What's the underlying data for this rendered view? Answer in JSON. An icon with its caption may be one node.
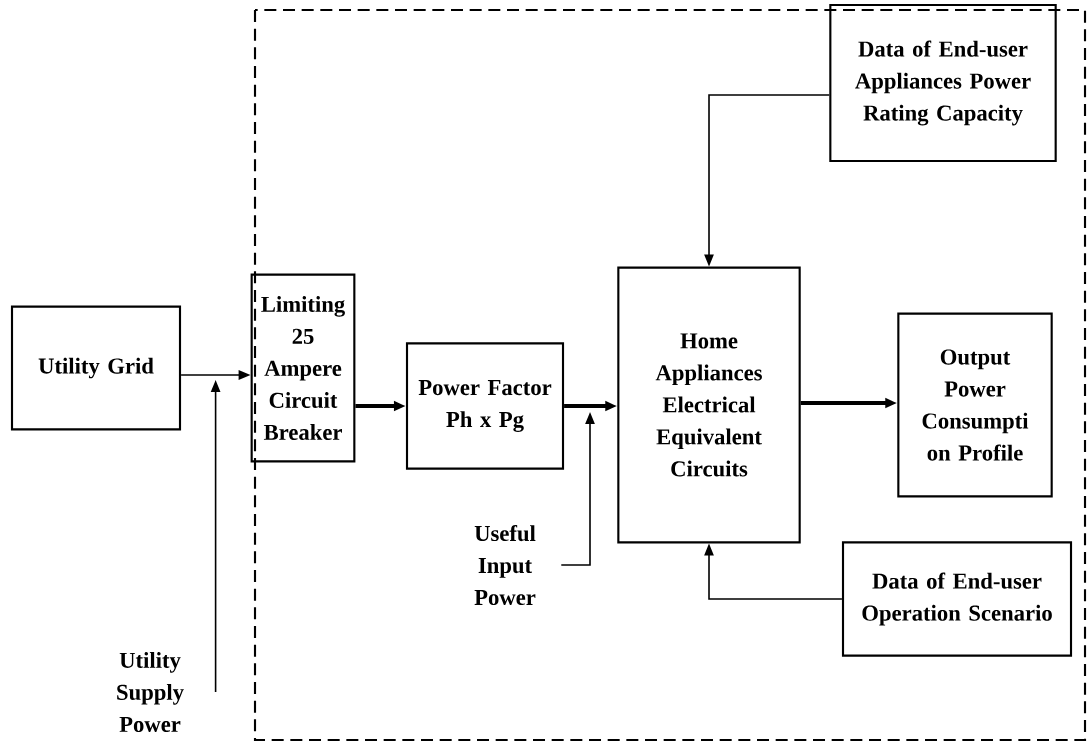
{
  "diagram": {
    "nodes": [
      {
        "text": [
          "Utility Grid"
        ]
      },
      {
        "text": [
          "Limiting 25 Ampere Circuit Breaker"
        ]
      },
      {
        "text": [
          "Power Factor Ph x Pg"
        ]
      },
      {
        "text": [
          "Home Appliances Electrical Equivalent Circuits"
        ]
      },
      {
        "text": [
          "Output Power Consumpti on Profile"
        ]
      },
      {
        "text": [
          "Data of End-user Appliances Power Rating Capacity"
        ]
      },
      {
        "text": [
          "Data of End-user Operation Scenario"
        ]
      },
      {
        "text": [
          "Useful Input Power"
        ]
      },
      {
        "text": [
          "Utility Supply Power"
        ]
      }
    ],
    "edges": [
      {
        "from": 0,
        "to": 1,
        "arrow": "to"
      },
      {
        "from": 8,
        "to": null,
        "arrow": "to"
      },
      {
        "from": 1,
        "to": 2,
        "arrow": "to",
        "style": "thick"
      },
      {
        "from": 2,
        "to": 3,
        "arrow": "to",
        "style": "thick"
      },
      {
        "from": 7,
        "to": null,
        "arrow": "to"
      },
      {
        "from": 3,
        "to": 4,
        "arrow": "to",
        "style": "thick"
      },
      {
        "from": 5,
        "to": 3,
        "arrow": "to"
      },
      {
        "from": 6,
        "to": 3,
        "arrow": "to"
      }
    ]
  }
}
